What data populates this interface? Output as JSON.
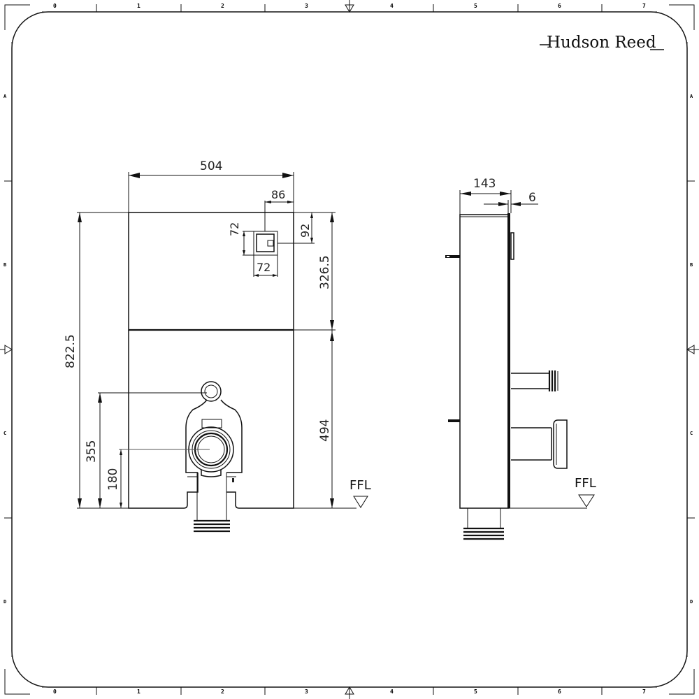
{
  "brand": {
    "name": "Hudson Reed"
  },
  "frame": {
    "columns": [
      "0",
      "1",
      "2",
      "3",
      "4",
      "5",
      "6",
      "7"
    ],
    "rows": [
      "A",
      "B",
      "C",
      "D"
    ]
  },
  "front_view": {
    "width_label": "504",
    "flush_offset_label": "86",
    "flush_plate_height_label": "72",
    "flush_plate_width_label": "72",
    "flush_top_offset_label": "92",
    "upper_panel_height_label": "326.5",
    "lower_panel_height_label": "494",
    "total_height_label": "822.5",
    "inlet_height_label": "355",
    "outlet_height_label": "180",
    "floor_label": "FFL"
  },
  "side_view": {
    "depth_label": "143",
    "panel_thickness_label": "6",
    "floor_label": "FFL"
  }
}
